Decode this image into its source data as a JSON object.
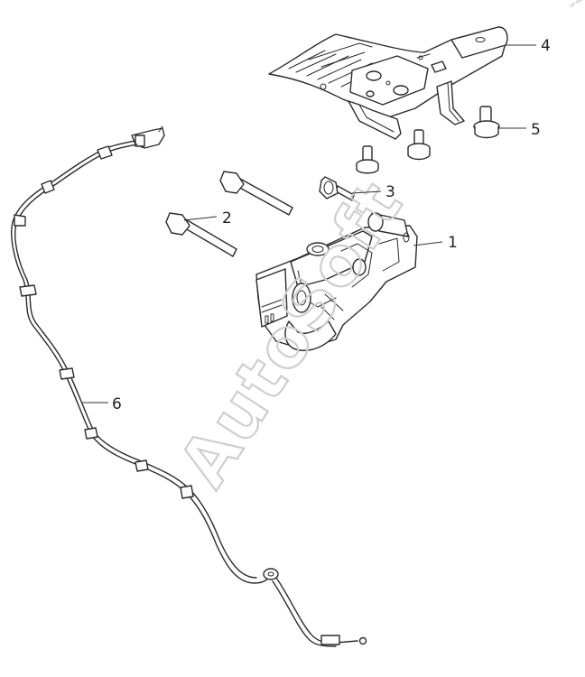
{
  "diagram": {
    "corner_mark": "sp-red",
    "watermark": "AutoSoft",
    "callouts": [
      {
        "id": "callout-1",
        "label": "1"
      },
      {
        "id": "callout-2",
        "label": "2"
      },
      {
        "id": "callout-3",
        "label": "3"
      },
      {
        "id": "callout-4",
        "label": "4"
      },
      {
        "id": "callout-5",
        "label": "5"
      },
      {
        "id": "callout-6",
        "label": "6"
      }
    ]
  }
}
